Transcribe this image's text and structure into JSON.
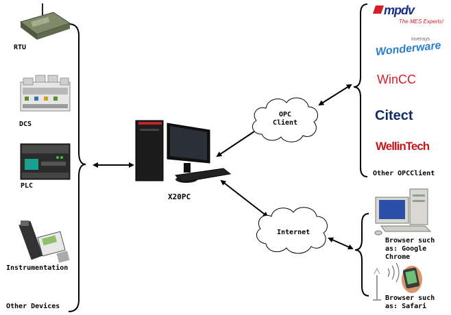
{
  "left_devices": [
    {
      "label": "RTU",
      "icon": "rtu-icon"
    },
    {
      "label": "DCS",
      "icon": "dcs-icon"
    },
    {
      "label": "PLC",
      "icon": "plc-icon"
    },
    {
      "label": "Instrumentation",
      "icon": "instrument-icon"
    },
    {
      "label": "Other Devices"
    }
  ],
  "center": {
    "label": "X20PC",
    "icon": "desktop-pc-icon"
  },
  "clouds": {
    "opc": [
      "OPC",
      "Client"
    ],
    "internet": "Internet"
  },
  "opc_clients": {
    "brands": [
      {
        "name": "mpdv",
        "tagline": "The MES Experts!",
        "color": "#1a2f8a",
        "accent": "#d61e26"
      },
      {
        "name": "Wonderware",
        "subtitle": "invensys",
        "color": "#2a7fc8"
      },
      {
        "name": "WinCC",
        "color": "#d61e26"
      },
      {
        "name": "Citect",
        "color": "#0f2a6b"
      },
      {
        "name": "WellinTech",
        "color": "#c4161c"
      }
    ],
    "footer": "Other OPCClient"
  },
  "browsers": [
    {
      "lines": [
        "Browser such",
        "as: Google",
        "Chrome"
      ],
      "icon": "desktop-computer-icon"
    },
    {
      "lines": [
        "Browser such",
        "as: Safari"
      ],
      "icon": "smartphone-icon"
    }
  ]
}
